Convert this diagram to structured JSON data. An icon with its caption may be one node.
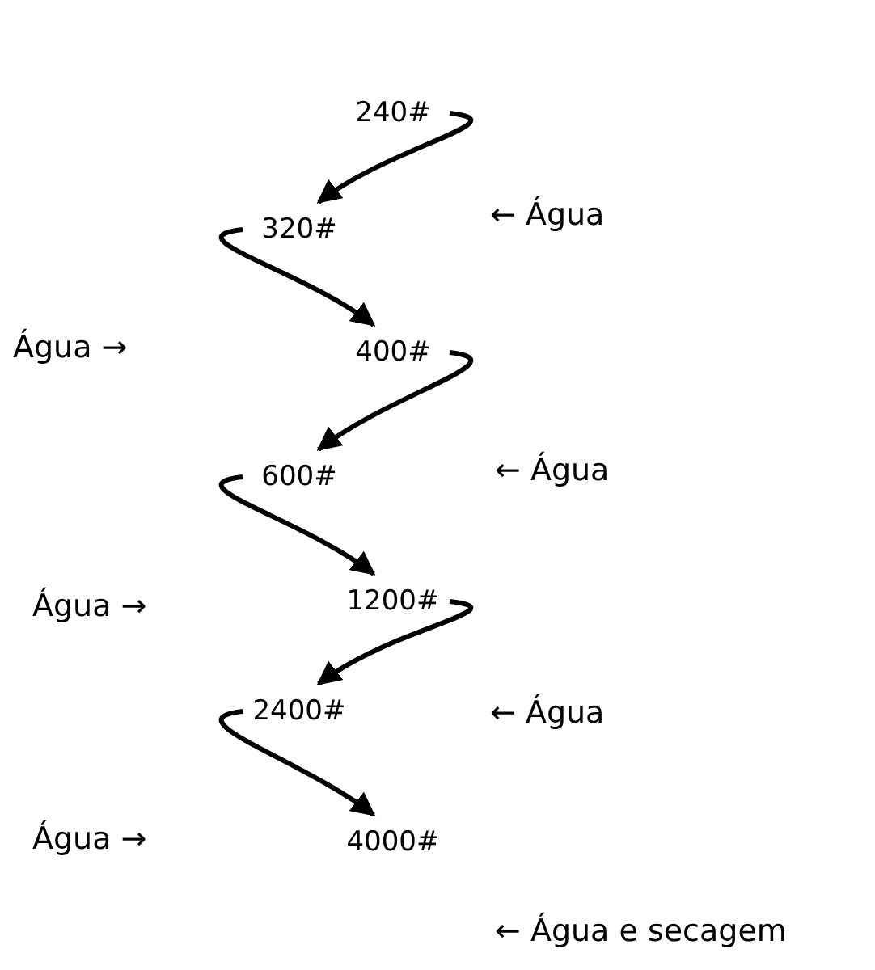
{
  "diagram": {
    "nodes": [
      {
        "text": [
          "240#"
        ]
      },
      {
        "text": [
          "320#"
        ]
      },
      {
        "text": [
          "400#"
        ]
      },
      {
        "text": [
          "600#"
        ]
      },
      {
        "text": [
          "1200#"
        ]
      },
      {
        "text": [
          "2400#"
        ]
      },
      {
        "text": [
          "4000#"
        ]
      }
    ],
    "edges": [
      {
        "from": 0,
        "to": 1,
        "arrow": "to"
      },
      {
        "from": 1,
        "to": 2,
        "arrow": "to"
      },
      {
        "from": 2,
        "to": 3,
        "arrow": "to"
      },
      {
        "from": 3,
        "to": 4,
        "arrow": "to"
      },
      {
        "from": 4,
        "to": 5,
        "arrow": "to"
      },
      {
        "from": 5,
        "to": 6,
        "arrow": "to"
      }
    ],
    "labels": [
      "← Água",
      "Água →",
      "← Água",
      "Água →",
      "← Água",
      "Água →",
      "← Água e secagem"
    ]
  }
}
